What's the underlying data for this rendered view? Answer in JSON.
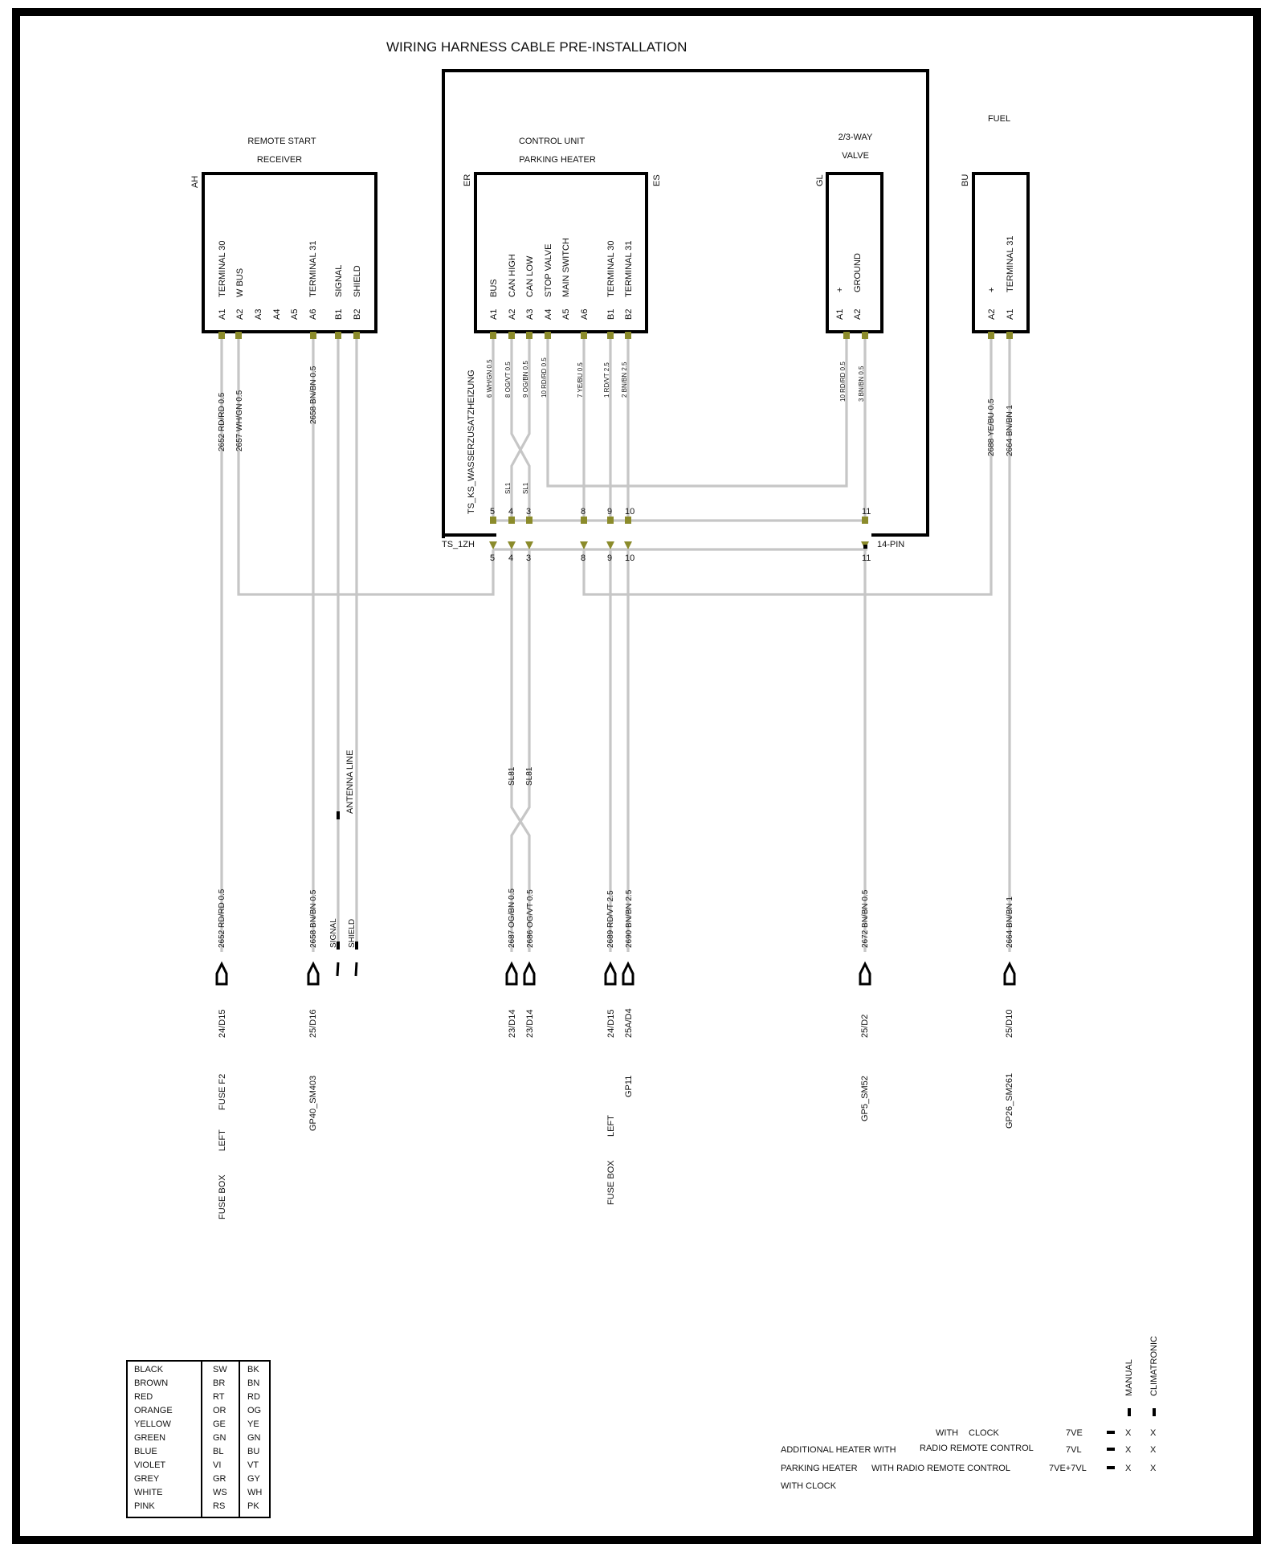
{
  "title": "WIRING HARNESS    CABLE PRE-INSTALLATION",
  "components": {
    "remote_start": {
      "name_line1": "REMOTE START",
      "name_line2": "RECEIVER",
      "code": "AH",
      "pins": [
        {
          "pin": "A1",
          "label": "TERMINAL 30"
        },
        {
          "pin": "A2",
          "label": "W BUS"
        },
        {
          "pin": "A3",
          "label": ""
        },
        {
          "pin": "A4",
          "label": ""
        },
        {
          "pin": "A5",
          "label": ""
        },
        {
          "pin": "A6",
          "label": "TERMINAL 31"
        },
        {
          "pin": "B1",
          "label": "SIGNAL"
        },
        {
          "pin": "B2",
          "label": "SHIELD"
        }
      ]
    },
    "control_unit": {
      "name_line1": "CONTROL UNIT",
      "name_line2": "PARKING HEATER",
      "code_left": "ER",
      "code_right": "ES",
      "pins": [
        {
          "pin": "A1",
          "label": "BUS"
        },
        {
          "pin": "A2",
          "label": "CAN HIGH"
        },
        {
          "pin": "A3",
          "label": "CAN LOW"
        },
        {
          "pin": "A4",
          "label": "STOP VALVE"
        },
        {
          "pin": "A5",
          "label": "MAIN SWITCH"
        },
        {
          "pin": "A6",
          "label": ""
        },
        {
          "pin": "B1",
          "label": "TERMINAL 30"
        },
        {
          "pin": "B2",
          "label": "TERMINAL 31"
        }
      ]
    },
    "valve": {
      "name_line1": "2/3-WAY",
      "name_line2": "VALVE",
      "code": "GL",
      "pins": [
        {
          "pin": "A1",
          "label": "+"
        },
        {
          "pin": "A2",
          "label": "GROUND"
        }
      ]
    },
    "fuel": {
      "name_line1": "FUEL",
      "code": "BU",
      "pins": [
        {
          "pin": "A2",
          "label": "+"
        },
        {
          "pin": "A1",
          "label": "TERMINAL 31"
        }
      ]
    }
  },
  "upper_wires": [
    "2652 RD/RD 0.5",
    "2657 WH/GN 0.5",
    "2658 BN/BN 0.5",
    "6 WH/GN 0.5",
    "8 OG/VT 0.5",
    "9 OG/BN 0.5",
    "10 RD/RD 0.5",
    "7 YE/BU 0.5",
    "1 RD/VT 2.5",
    "2 BN/BN 2.5",
    "10 RD/RD 0.5",
    "3 BN/BN 0.5",
    "2688 YE/BU 0.5",
    "2664 BN/BN 1"
  ],
  "connector": {
    "harness_name": "TS_KS_WASSERZUSATZHEIZUNG",
    "name": "TS_1ZH",
    "type": "14-PIN",
    "pins": [
      "5",
      "4",
      "3",
      "8",
      "9",
      "10",
      "11"
    ],
    "sl": [
      "SL1",
      "SL1"
    ]
  },
  "antenna_label": "ANTENNA LINE",
  "twist_labels": [
    "SL81",
    "SL81"
  ],
  "lower_wires": [
    "2652 RD/RD 0.5",
    "2658 BN/BN 0.5",
    "SIGNAL",
    "SHIELD",
    "2687 OG/BN 0.5",
    "2686 OG/VT 0.5",
    "2689 RD/VT 2.5",
    "2690 BN/BN 2.5",
    "2672 BN/BN 0.5",
    "2664 BN/BN 1"
  ],
  "terminals": {
    "codes": [
      "24/D15",
      "25/D16",
      "23/D14",
      "23/D14",
      "24/D15",
      "25A/D4",
      "25/D2",
      "25/D10"
    ],
    "dest_a": [
      "FUSE F2",
      "GP40_SM403",
      "GP11",
      "GP5_SM52",
      "GP26_SM261"
    ],
    "dest_b": [
      "LEFT",
      "LEFT"
    ],
    "dest_c": [
      "FUSE BOX",
      "FUSE BOX"
    ]
  },
  "color_table": [
    [
      "BLACK",
      "SW",
      "BK"
    ],
    [
      "BROWN",
      "BR",
      "BN"
    ],
    [
      "RED",
      "RT",
      "RD"
    ],
    [
      "ORANGE",
      "OR",
      "OG"
    ],
    [
      "YELLOW",
      "GE",
      "YE"
    ],
    [
      "GREEN",
      "GN",
      "GN"
    ],
    [
      "BLUE",
      "BL",
      "BU"
    ],
    [
      "VIOLET",
      "VI",
      "VT"
    ],
    [
      "GREY",
      "GR",
      "GY"
    ],
    [
      "WHITE",
      "WS",
      "WH"
    ],
    [
      "PINK",
      "RS",
      "PK"
    ]
  ],
  "options": {
    "columns": [
      "MANUAL",
      "CLIMATRONIC"
    ],
    "rows": [
      {
        "desc_a": "WITH",
        "desc_b": "CLOCK",
        "code": "7VE",
        "manual": "X",
        "climatronic": "X"
      },
      {
        "desc_a": "ADDITIONAL   HEATER  WITH",
        "desc_b": "RADIO REMOTE CONTROL",
        "code": "7VL",
        "manual": "X",
        "climatronic": "X"
      },
      {
        "desc_a": "PARKING HEATER",
        "desc_b": "WITH RADIO REMOTE CONTROL",
        "code": "7VE+7VL",
        "manual": "X",
        "climatronic": "X"
      }
    ],
    "tail": "WITH CLOCK"
  }
}
